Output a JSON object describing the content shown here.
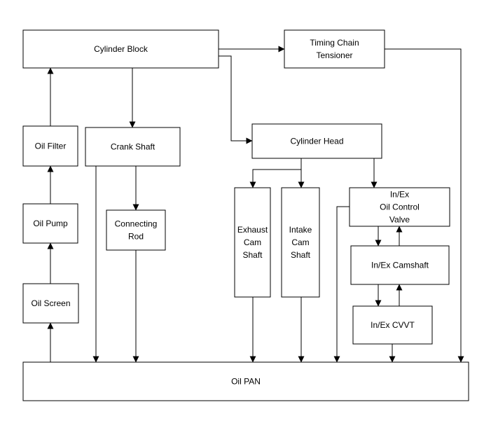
{
  "nodes": {
    "cylinder_block": [
      "Cylinder Block"
    ],
    "timing_chain_tensioner": [
      "Timing Chain",
      "Tensioner"
    ],
    "oil_filter": [
      "Oil Filter"
    ],
    "crank_shaft": [
      "Crank Shaft"
    ],
    "cylinder_head": [
      "Cylinder Head"
    ],
    "oil_pump": [
      "Oil Pump"
    ],
    "connecting_rod": [
      "Connecting",
      "Rod"
    ],
    "exhaust_cam_shaft": [
      "Exhaust",
      "Cam",
      "Shaft"
    ],
    "intake_cam_shaft": [
      "Intake",
      "Cam",
      "Shaft"
    ],
    "oil_control_valve": [
      "In/Ex",
      "Oil Control",
      "Valve"
    ],
    "camshaft": [
      "In/Ex Camshaft"
    ],
    "cvvt": [
      "In/Ex CVVT"
    ],
    "oil_screen": [
      "Oil Screen"
    ],
    "oil_pan": [
      "Oil PAN"
    ]
  },
  "edges": [
    {
      "from": "oil_screen",
      "to": "oil_pump"
    },
    {
      "from": "oil_pump",
      "to": "oil_filter"
    },
    {
      "from": "oil_filter",
      "to": "cylinder_block"
    },
    {
      "from": "cylinder_block",
      "to": "timing_chain_tensioner"
    },
    {
      "from": "cylinder_block",
      "to": "crank_shaft"
    },
    {
      "from": "cylinder_block",
      "to": "cylinder_head"
    },
    {
      "from": "crank_shaft",
      "to": "connecting_rod"
    },
    {
      "from": "crank_shaft",
      "to": "oil_pan"
    },
    {
      "from": "connecting_rod",
      "to": "oil_pan"
    },
    {
      "from": "cylinder_head",
      "to": "exhaust_cam_shaft"
    },
    {
      "from": "cylinder_head",
      "to": "intake_cam_shaft"
    },
    {
      "from": "cylinder_head",
      "to": "oil_control_valve"
    },
    {
      "from": "exhaust_cam_shaft",
      "to": "oil_pan"
    },
    {
      "from": "intake_cam_shaft",
      "to": "oil_pan"
    },
    {
      "from": "oil_control_valve",
      "to": "camshaft"
    },
    {
      "from": "camshaft",
      "to": "oil_control_valve"
    },
    {
      "from": "camshaft",
      "to": "cvvt"
    },
    {
      "from": "cvvt",
      "to": "camshaft"
    },
    {
      "from": "oil_control_valve",
      "to": "oil_pan"
    },
    {
      "from": "cvvt",
      "to": "oil_pan"
    },
    {
      "from": "timing_chain_tensioner",
      "to": "oil_pan"
    },
    {
      "from": "oil_pan",
      "to": "oil_screen"
    }
  ]
}
